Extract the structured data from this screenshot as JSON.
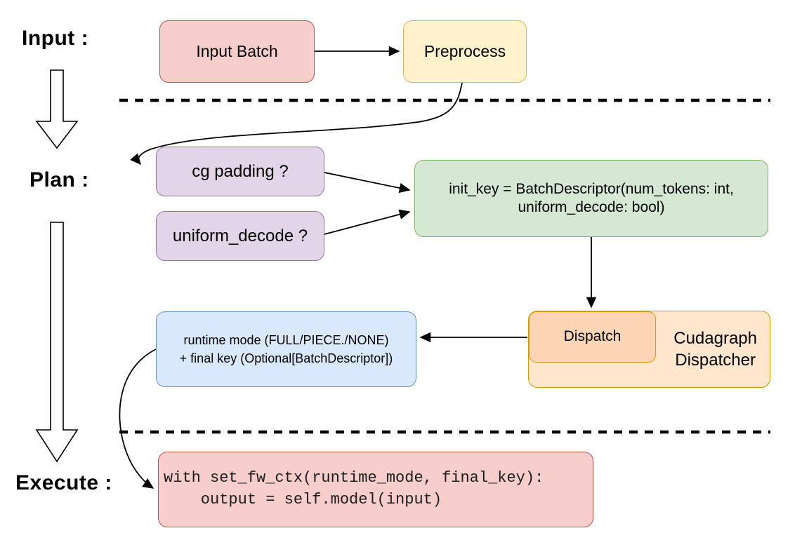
{
  "sections": {
    "input_label": "Input :",
    "plan_label": "Plan :",
    "execute_label": "Execute :"
  },
  "nodes": {
    "input_batch": {
      "label": "Input Batch",
      "fill": "#f8cecc",
      "border": "#b85450"
    },
    "preprocess": {
      "label": "Preprocess",
      "fill": "#fff2cc",
      "border": "#d6b656"
    },
    "cg_padding": {
      "label": "cg padding ?",
      "fill": "#e1d5e7",
      "border": "#9673a6"
    },
    "uniform_decode": {
      "label": "uniform_decode ?",
      "fill": "#e1d5e7",
      "border": "#9673a6"
    },
    "init_key": {
      "label": "init_key = BatchDescriptor(num_tokens: int,\nuniform_decode: bool)",
      "fill": "#d5e8d4",
      "border": "#82b366"
    },
    "dispatch": {
      "label": "Dispatch",
      "fill": "#fcd5b5",
      "border": "#d79b00"
    },
    "cudagraph_dispatcher": {
      "label": "Cudagraph\nDispatcher",
      "fill": "#ffe6cc",
      "border": "#d79b00"
    },
    "runtime_mode": {
      "label": "runtime mode (FULL/PIECE./NONE)\n+ final key (Optional[BatchDescriptor])",
      "fill": "#dae8fc",
      "border": "#6c8ebf"
    },
    "execute_code": {
      "label": "with set_fw_ctx(runtime_mode, final_key):\n    output = self.model(input)",
      "fill": "#f8cecc",
      "border": "#b85450"
    }
  },
  "style": {
    "connector_color": "#000000",
    "phase_arrow_fill": "#ffffff"
  }
}
